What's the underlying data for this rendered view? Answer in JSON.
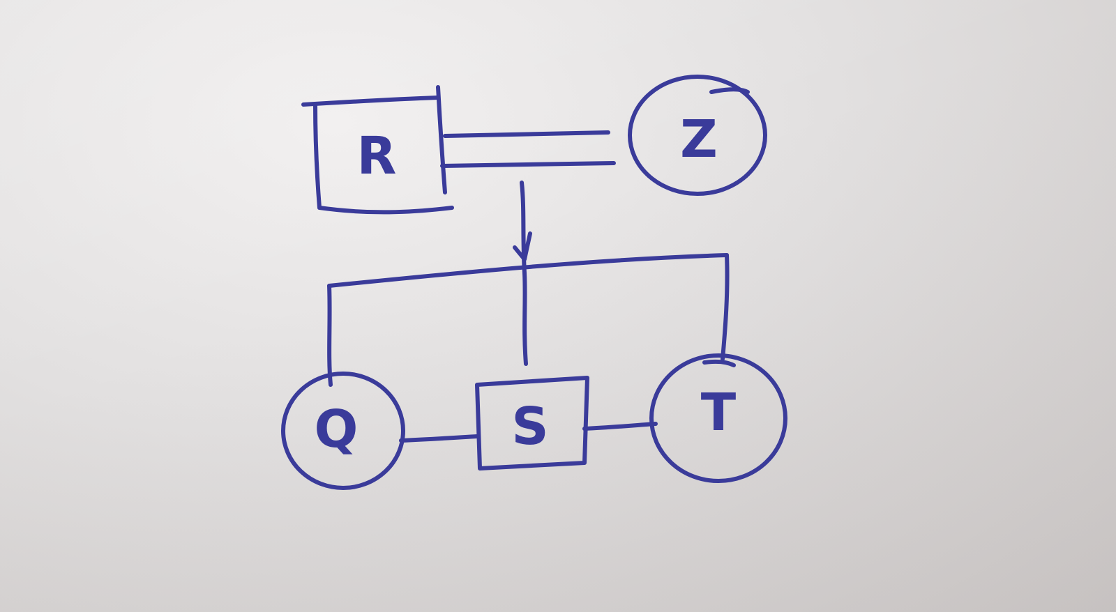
{
  "diagram": {
    "ink_color": "#3a3b9a",
    "nodes": {
      "R": {
        "label": "R",
        "shape": "square"
      },
      "Z": {
        "label": "Z",
        "shape": "circle"
      },
      "Q": {
        "label": "Q",
        "shape": "circle"
      },
      "S": {
        "label": "S",
        "shape": "square"
      },
      "T": {
        "label": "T",
        "shape": "circle"
      }
    }
  }
}
